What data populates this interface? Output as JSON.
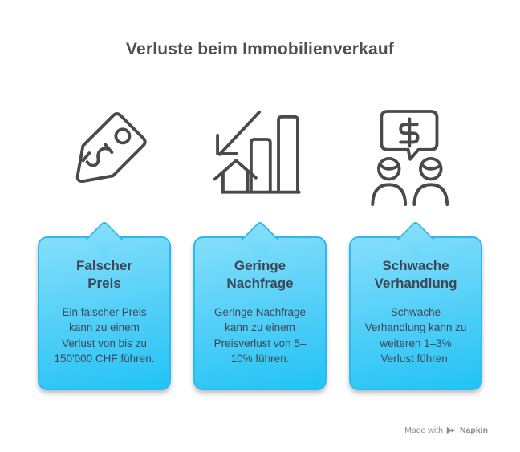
{
  "title": "Verluste beim Immobilienverkauf",
  "cards": [
    {
      "id": "falscher-preis",
      "icon": "price-tag-icon",
      "heading": "Falscher Preis",
      "body": "Ein falscher Preis kann zu einem Verlust von bis zu 150'000 CHF führen."
    },
    {
      "id": "geringe-nachfrage",
      "icon": "declining-chart-house-icon",
      "heading": "Geringe Nachfrage",
      "body": "Geringe Nachfrage kann zu einem Preisverlust von 5–10% führen."
    },
    {
      "id": "schwache-verhandlung",
      "icon": "negotiation-dollar-speech-icon",
      "heading": "Schwache Verhandlung",
      "body": "Schwache Verhandlung kann zu weiteren 1–3% Verlust führen."
    }
  ],
  "watermark": {
    "prefix": "Made with",
    "brand": "Napkin"
  },
  "colors": {
    "background": "#ffffff",
    "title_text": "#4f4f4f",
    "icon_stroke": "#4a4a4a",
    "card_border": "#2db9ef",
    "card_gradient_top": "#85defb",
    "card_gradient_bottom": "#22c3f6",
    "card_text": "#3c4753",
    "watermark_text": "#8c8c8c"
  }
}
